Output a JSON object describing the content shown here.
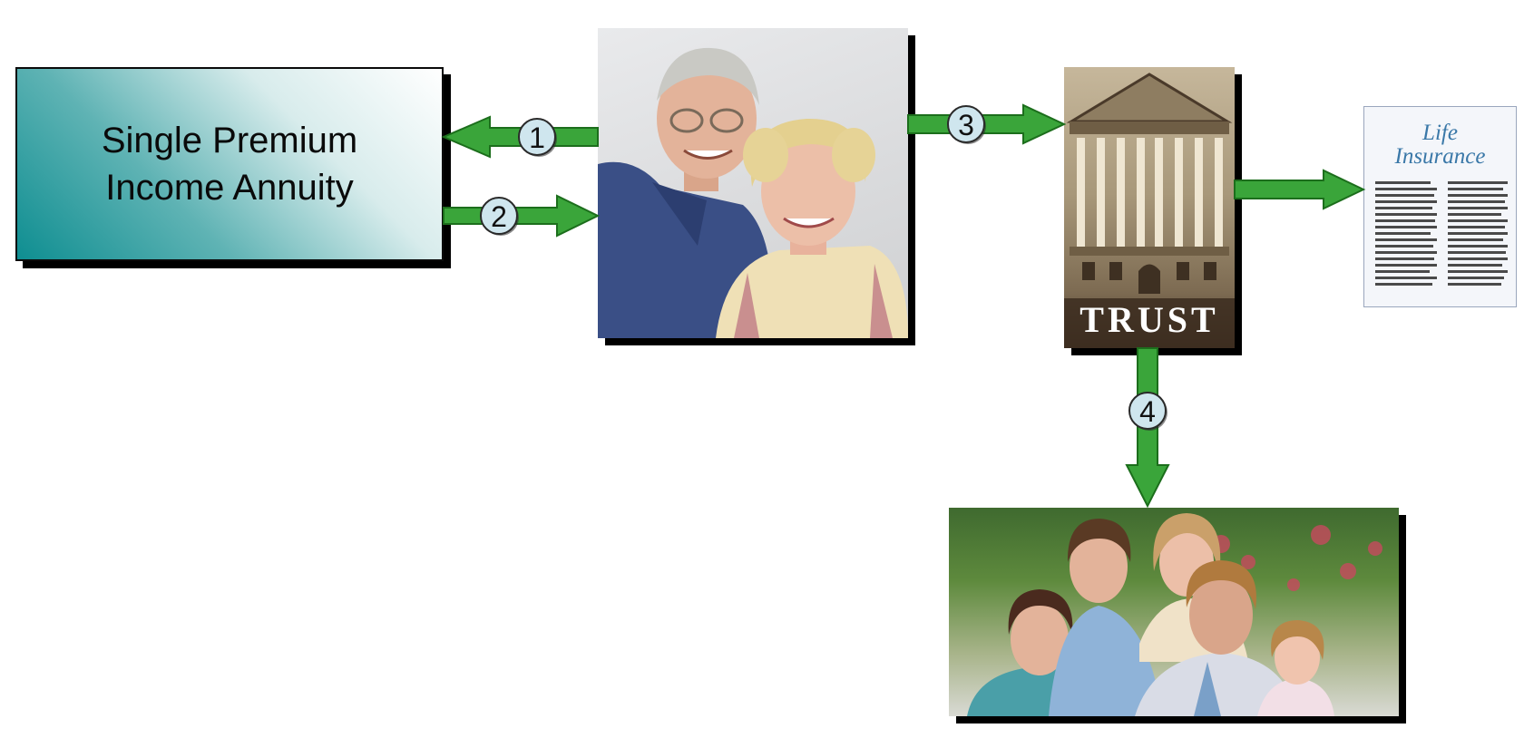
{
  "annuity_box": {
    "label_line1": "Single Premium",
    "label_line2": "Income Annuity"
  },
  "trust": {
    "label": "TRUST"
  },
  "life_insurance_doc": {
    "title_line1": "Life",
    "title_line2": "Insurance"
  },
  "arrows": [
    {
      "number": "1",
      "from": "couple",
      "to": "annuity"
    },
    {
      "number": "2",
      "from": "annuity",
      "to": "couple"
    },
    {
      "number": "3",
      "from": "couple",
      "to": "trust"
    },
    {
      "number": "4",
      "from": "trust",
      "to": "family"
    },
    {
      "number": "",
      "from": "trust",
      "to": "life-insurance"
    }
  ],
  "colors": {
    "arrow_fill": "#3aa53a",
    "arrow_stroke": "#1c6e1c",
    "badge_fill": "#cfe6ee",
    "shadow": "#000000",
    "annuity_gradient_dark": "#0e8e91"
  }
}
